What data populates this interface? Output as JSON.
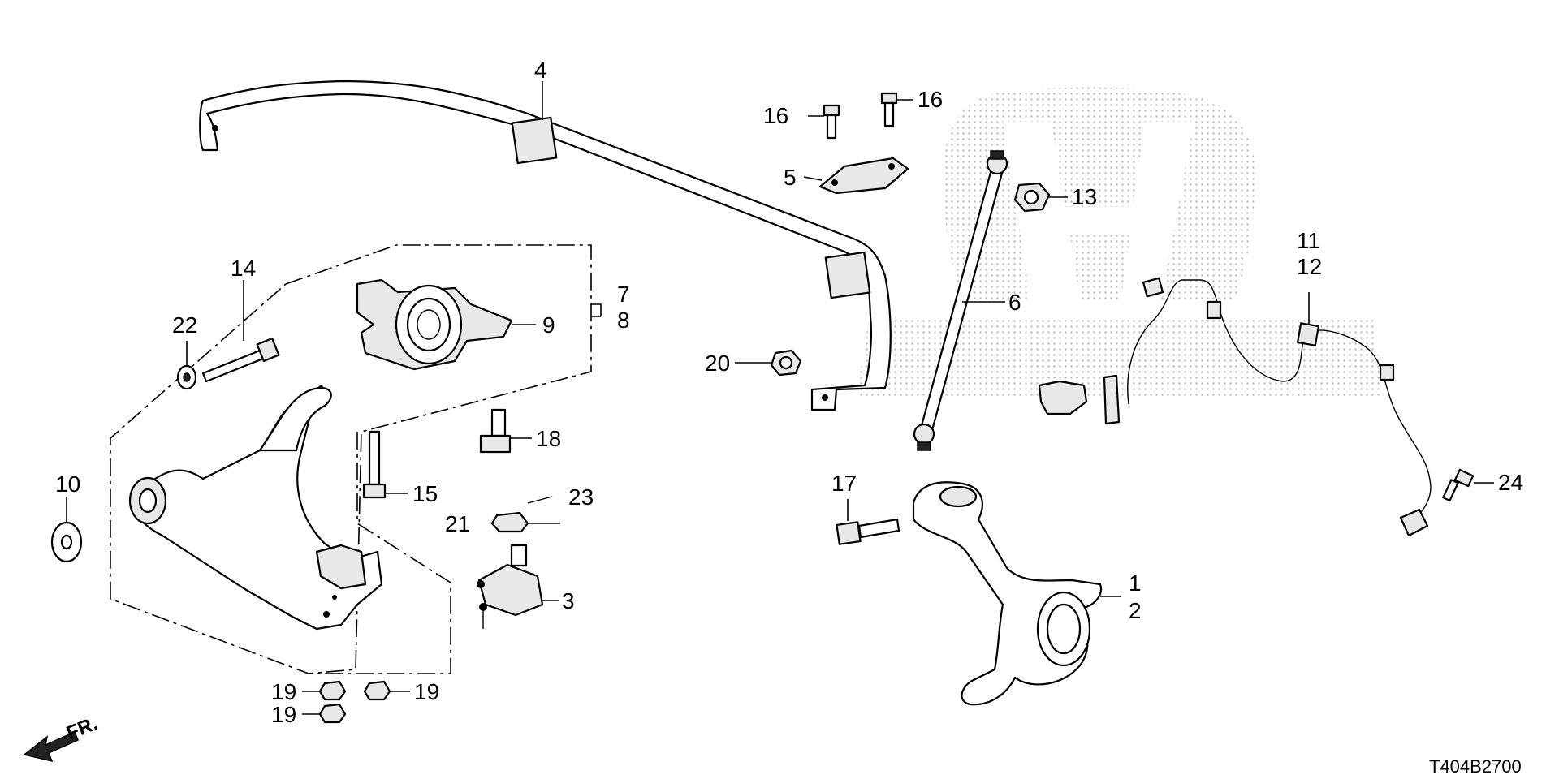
{
  "diagram": {
    "code": "T404B2700",
    "direction_label": "FR.",
    "callouts": {
      "c1": "1",
      "c2": "2",
      "c3": "3",
      "c4": "4",
      "c5": "5",
      "c6": "6",
      "c7": "7",
      "c8": "8",
      "c9": "9",
      "c10": "10",
      "c11": "11",
      "c12": "12",
      "c13": "13",
      "c14": "14",
      "c15": "15",
      "c16a": "16",
      "c16b": "16",
      "c17": "17",
      "c18": "18",
      "c19a": "19",
      "c19b": "19",
      "c19c": "19",
      "c20": "20",
      "c21": "21",
      "c22": "22",
      "c23": "23",
      "c24": "24"
    }
  }
}
